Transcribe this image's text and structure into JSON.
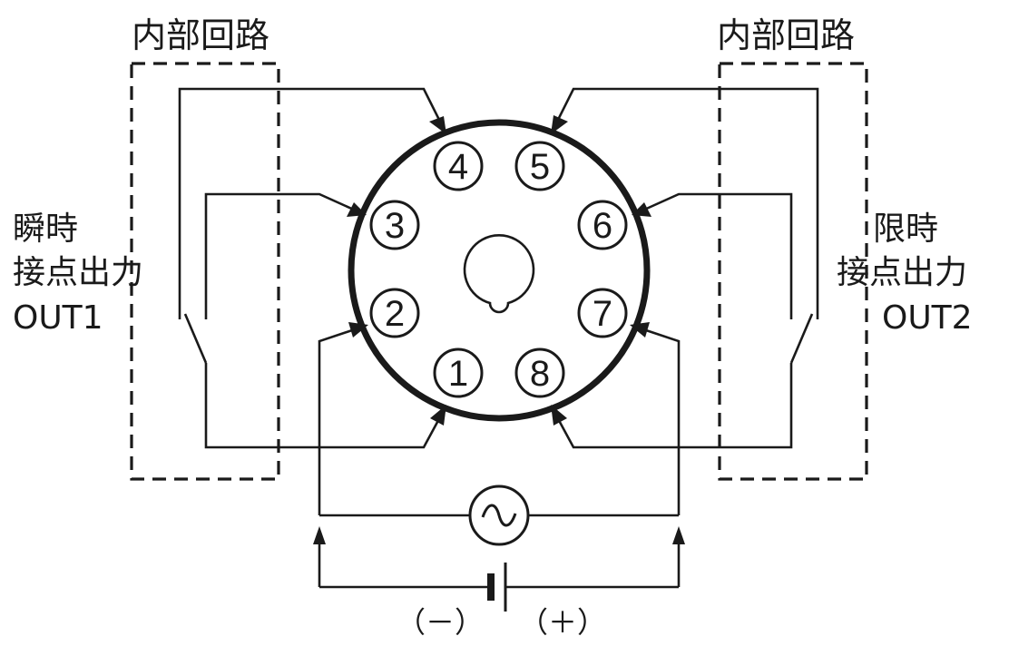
{
  "labels": {
    "internal_left": "内部回路",
    "internal_right": "内部回路",
    "out1": {
      "line1": "瞬時",
      "line2": "接点出力",
      "line3": "OUT1"
    },
    "out2": {
      "line1": "限時",
      "line2": "接点出力",
      "line3": "OUT2"
    },
    "minus": "（－）",
    "plus": "（＋）"
  },
  "pins": [
    {
      "id": "1",
      "label": "1"
    },
    {
      "id": "2",
      "label": "2"
    },
    {
      "id": "3",
      "label": "3"
    },
    {
      "id": "4",
      "label": "4"
    },
    {
      "id": "5",
      "label": "5"
    },
    {
      "id": "6",
      "label": "6"
    },
    {
      "id": "7",
      "label": "7"
    },
    {
      "id": "8",
      "label": "8"
    }
  ],
  "icons": {
    "ac_source": "ac-source-icon",
    "dc_battery": "battery-icon"
  },
  "colors": {
    "line": "#1a1a1a",
    "background": "#ffffff"
  }
}
